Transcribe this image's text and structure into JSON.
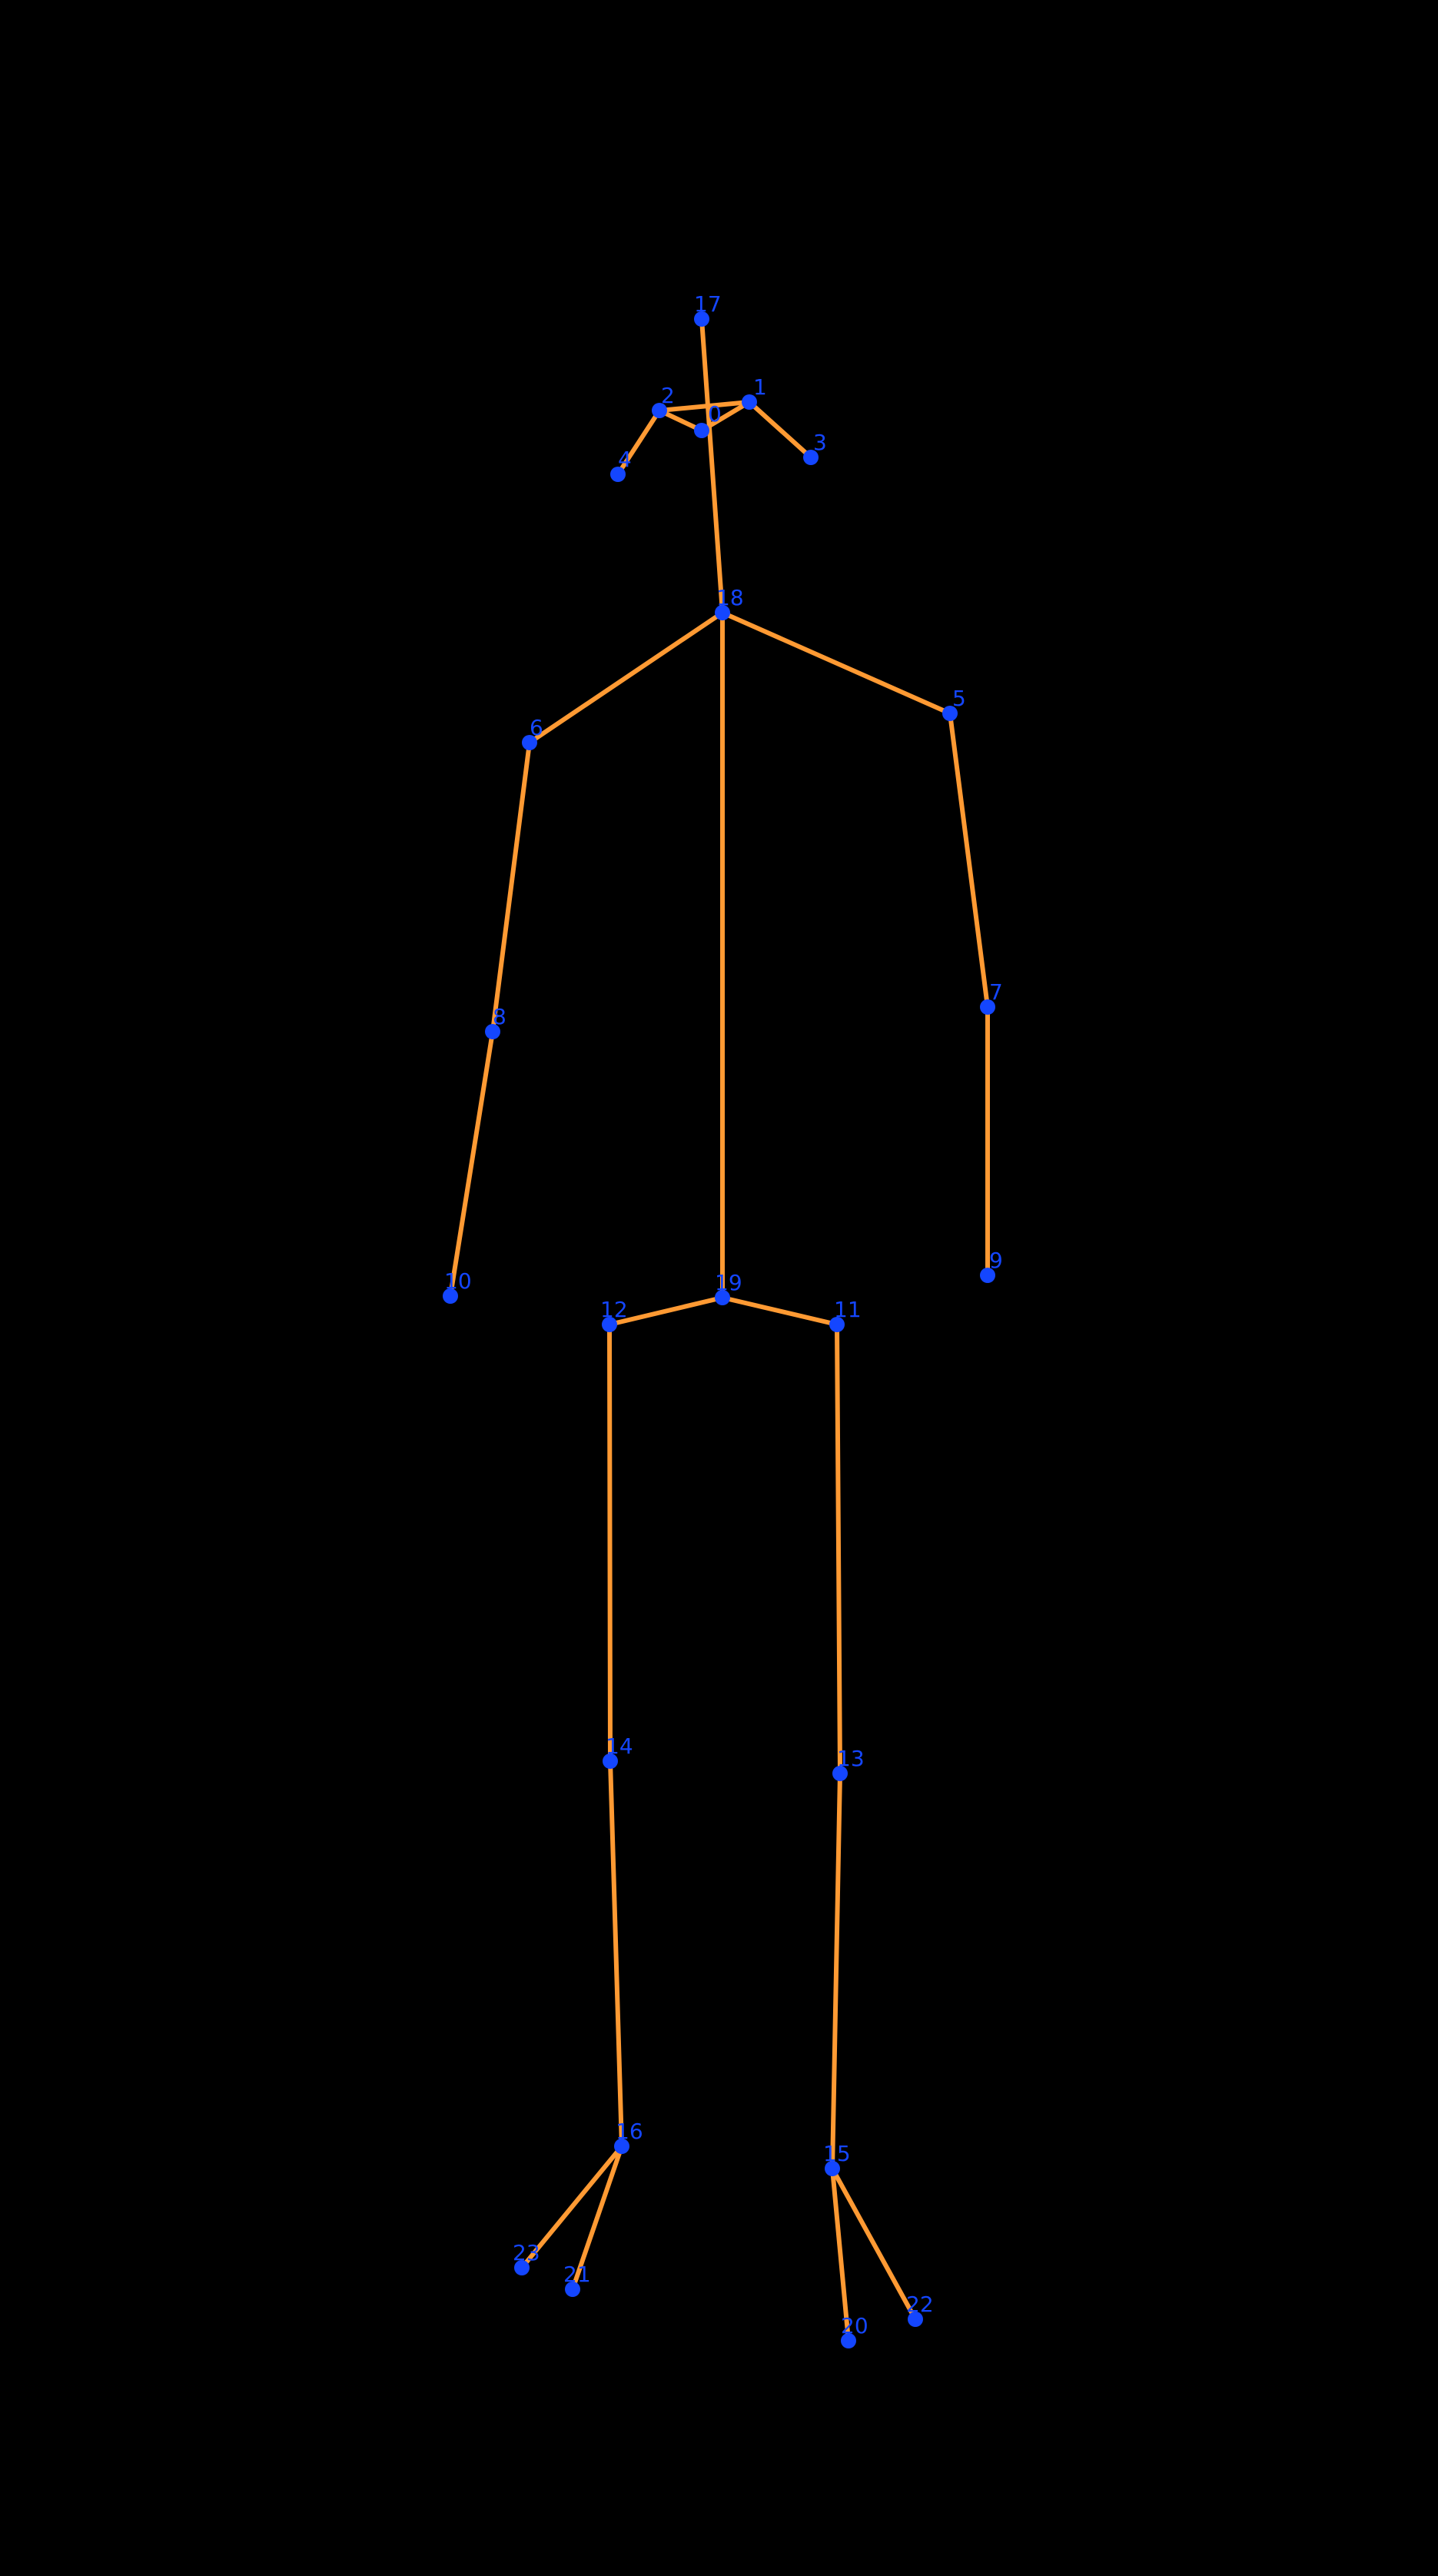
{
  "colors": {
    "background": "#000000",
    "bone": "#FF9A33",
    "joint": "#1446FF",
    "label": "#1446FF"
  },
  "keypoints": [
    {
      "id": 0,
      "label": "0"
    },
    {
      "id": 1,
      "label": "1"
    },
    {
      "id": 2,
      "label": "2"
    },
    {
      "id": 3,
      "label": "3"
    },
    {
      "id": 4,
      "label": "4"
    },
    {
      "id": 5,
      "label": "5"
    },
    {
      "id": 6,
      "label": "6"
    },
    {
      "id": 7,
      "label": "7"
    },
    {
      "id": 8,
      "label": "8"
    },
    {
      "id": 9,
      "label": "9"
    },
    {
      "id": 10,
      "label": "10"
    },
    {
      "id": 11,
      "label": "11"
    },
    {
      "id": 12,
      "label": "12"
    },
    {
      "id": 13,
      "label": "13"
    },
    {
      "id": 14,
      "label": "14"
    },
    {
      "id": 15,
      "label": "15"
    },
    {
      "id": 16,
      "label": "16"
    },
    {
      "id": 17,
      "label": "17"
    },
    {
      "id": 18,
      "label": "18"
    },
    {
      "id": 19,
      "label": "19"
    },
    {
      "id": 20,
      "label": "20"
    },
    {
      "id": 21,
      "label": "21"
    },
    {
      "id": 22,
      "label": "22"
    },
    {
      "id": 23,
      "label": "23"
    }
  ],
  "bones": [
    [
      0,
      1
    ],
    [
      0,
      2
    ],
    [
      1,
      2
    ],
    [
      1,
      3
    ],
    [
      2,
      4
    ],
    [
      17,
      18
    ],
    [
      18,
      5
    ],
    [
      18,
      6
    ],
    [
      5,
      7
    ],
    [
      7,
      9
    ],
    [
      6,
      8
    ],
    [
      8,
      10
    ],
    [
      18,
      19
    ],
    [
      19,
      11
    ],
    [
      19,
      12
    ],
    [
      11,
      13
    ],
    [
      13,
      15
    ],
    [
      12,
      14
    ],
    [
      14,
      16
    ],
    [
      15,
      20
    ],
    [
      15,
      22
    ],
    [
      16,
      21
    ],
    [
      16,
      23
    ]
  ]
}
